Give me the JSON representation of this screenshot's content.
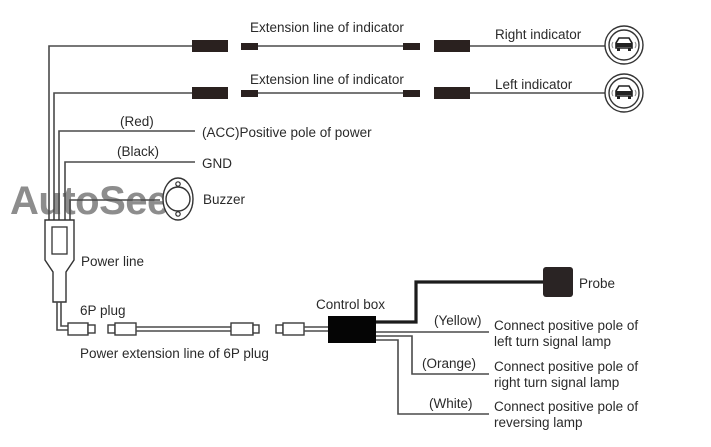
{
  "diagram": {
    "title": "Parking sensor wiring diagram",
    "watermark": "AutoSee",
    "labels": {
      "ext_line_top": "Extension line of indicator",
      "ext_line_bottom": "Extension line of indicator",
      "right_indicator": "Right indicator",
      "left_indicator": "Left indicator",
      "red": "(Red)",
      "acc": "(ACC)Positive pole of power",
      "black": "(Black)",
      "gnd": "GND",
      "buzzer": "Buzzer",
      "power_line": "Power line",
      "plug_6p": "6P plug",
      "power_ext": "Power extension line of 6P plug",
      "control_box": "Control box",
      "probe": "Probe",
      "yellow": "(Yellow)",
      "yellow_desc_1": "Connect positive pole of",
      "yellow_desc_2": "left turn signal lamp",
      "orange": "(Orange)",
      "orange_desc_1": "Connect positive pole of",
      "orange_desc_2": "right turn signal lamp",
      "white": "(White)",
      "white_desc_1": "Connect positive pole of",
      "white_desc_2": "reversing lamp"
    },
    "icons": {
      "indicator": "car-in-circle-icon",
      "buzzer": "buzzer-icon",
      "probe": "probe-sensor-icon"
    }
  }
}
